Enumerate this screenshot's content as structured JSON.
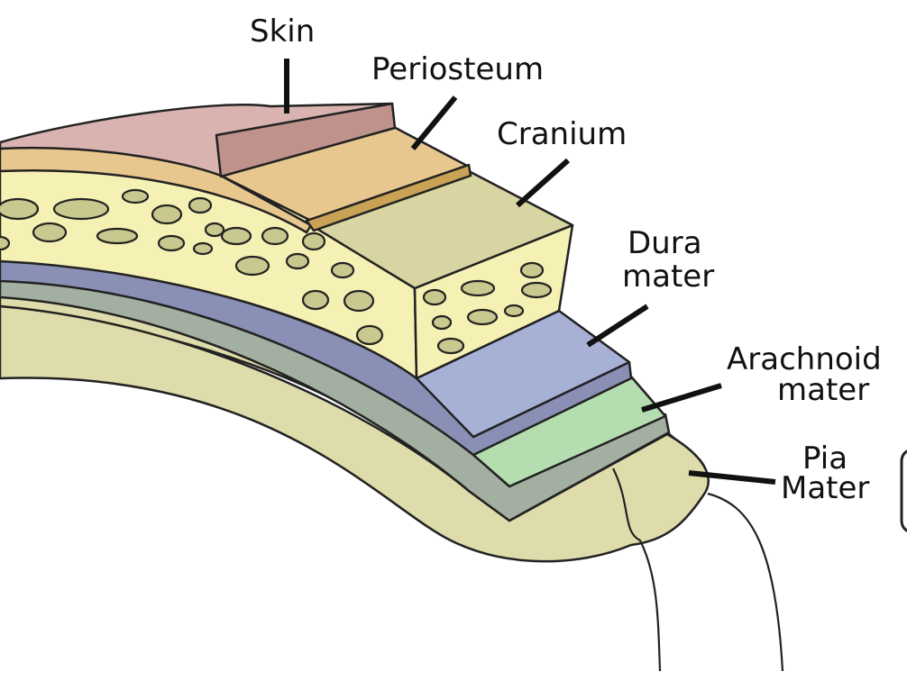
{
  "labels": {
    "skin": "Skin",
    "periosteum": "Periosteum",
    "cranium": "Cranium",
    "dura_line1": "Dura",
    "dura_line2": "mater",
    "arachnoid_line1": "Arachnoid",
    "arachnoid_line2": "mater",
    "pia_line1": "Pia",
    "pia_line2": "Mater"
  },
  "colors": {
    "skin": "#D9B3AF",
    "skin_side": "#C0928C",
    "periosteum": "#E8C78F",
    "periosteum_band": "#C9A256",
    "cranium": "#F5F0B3",
    "cranium_top": "#D8D5A2",
    "cranium_cells": "#C9C88E",
    "dura": "#A7B1D6",
    "dura_side": "#8A8FB5",
    "arachnoid": "#B4DDB0",
    "arachnoid_side": "#A3AFA0",
    "pia": "#DEDCAA",
    "outline": "#222222"
  }
}
